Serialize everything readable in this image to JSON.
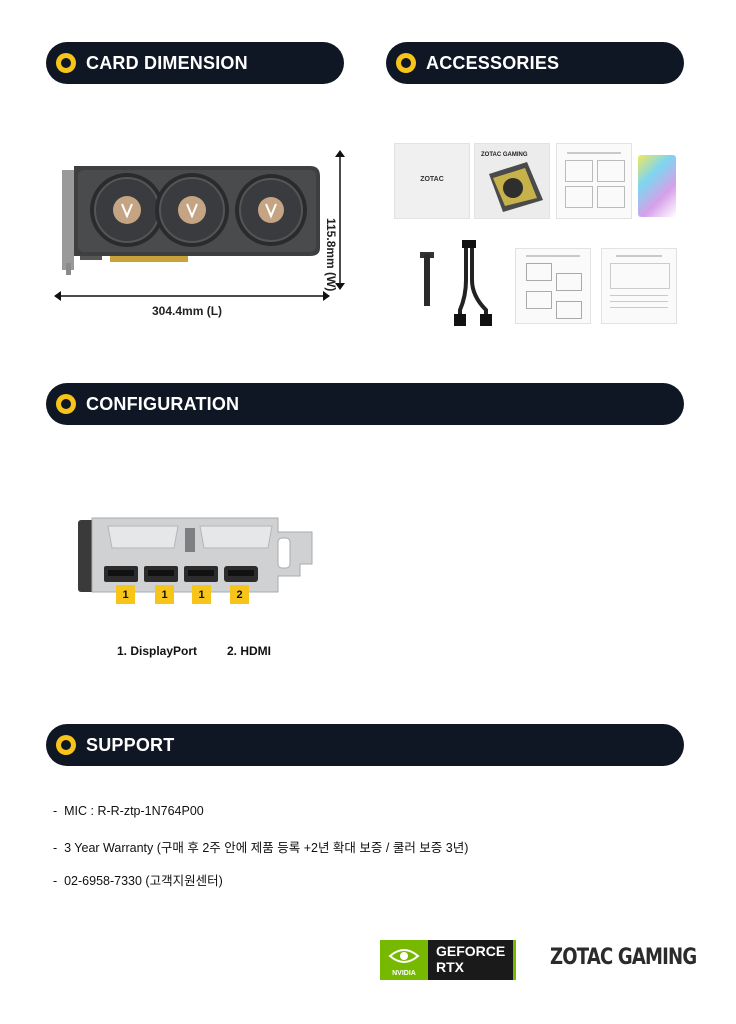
{
  "sections": {
    "card_dimension": "CARD DIMENSION",
    "accessories": "ACCESSORIES",
    "configuration": "CONFIGURATION",
    "support": "SUPPORT"
  },
  "dimensions": {
    "width": "115.8mm (W)",
    "length": "304.4mm (L)"
  },
  "accessories": {
    "box_brand": "ZOTAC",
    "box_art_brand": "ZOTAC GAMING"
  },
  "ports": {
    "badges": [
      "1",
      "1",
      "1",
      "2"
    ],
    "legend_1": "1. DisplayPort",
    "legend_2": "2. HDMI"
  },
  "support": {
    "lines": [
      "MIC : R-R-ztp-1N764P00",
      "3 Year Warranty (구매 후 2주 안에 제품 등록 +2년 확대 보증 / 쿨러 보증 3년)",
      "02-6958-7330 (고객지원센터)"
    ]
  },
  "logos": {
    "nvidia_word": "NVIDIA",
    "geforce_line1": "GEFORCE",
    "geforce_line2": "RTX",
    "zotac_gaming": "ZOTAC GAMING"
  },
  "colors": {
    "header_bg": "#0f1624",
    "accent": "#f7c519",
    "nvidia_green": "#76b900"
  }
}
